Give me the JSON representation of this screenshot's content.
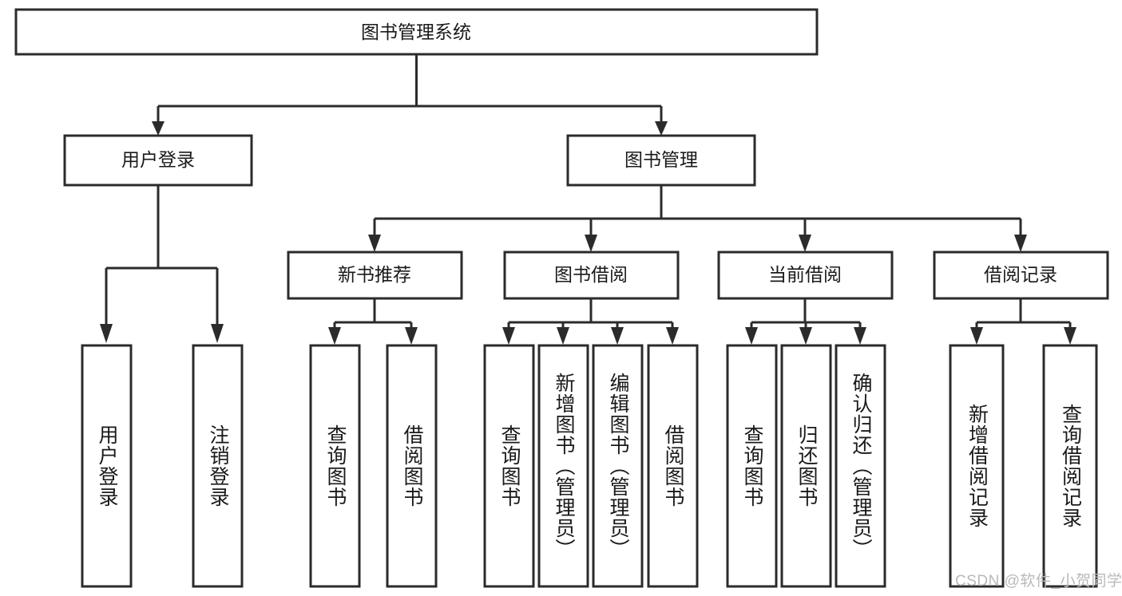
{
  "diagram": {
    "type": "hierarchy-tree",
    "title": "图书管理系统",
    "root": {
      "id": "root",
      "label": "图书管理系统"
    },
    "level2": [
      {
        "id": "user-login",
        "label": "用户登录"
      },
      {
        "id": "book-management",
        "label": "图书管理"
      }
    ],
    "level3": [
      {
        "id": "new-book-recommend",
        "label": "新书推荐",
        "parent": "book-management"
      },
      {
        "id": "book-borrow",
        "label": "图书借阅",
        "parent": "book-management"
      },
      {
        "id": "current-borrow",
        "label": "当前借阅",
        "parent": "book-management"
      },
      {
        "id": "borrow-record",
        "label": "借阅记录",
        "parent": "book-management"
      }
    ],
    "leaves": [
      {
        "id": "leaf-user-login",
        "label": "用户登录",
        "parent": "user-login"
      },
      {
        "id": "leaf-logout-login",
        "label": "注销登录",
        "parent": "user-login"
      },
      {
        "id": "leaf-query-book-1",
        "label": "查询图书",
        "parent": "new-book-recommend"
      },
      {
        "id": "leaf-borrow-book-1",
        "label": "借阅图书",
        "parent": "new-book-recommend"
      },
      {
        "id": "leaf-query-book-2",
        "label": "查询图书",
        "parent": "book-borrow"
      },
      {
        "id": "leaf-add-book",
        "label": "新增图书（管理员）",
        "parent": "book-borrow"
      },
      {
        "id": "leaf-edit-book",
        "label": "编辑图书（管理员）",
        "parent": "book-borrow"
      },
      {
        "id": "leaf-borrow-book-2",
        "label": "借阅图书",
        "parent": "book-borrow"
      },
      {
        "id": "leaf-query-book-3",
        "label": "查询图书",
        "parent": "current-borrow"
      },
      {
        "id": "leaf-return-book",
        "label": "归还图书",
        "parent": "current-borrow"
      },
      {
        "id": "leaf-confirm-return",
        "label": "确认归还（管理员）",
        "parent": "current-borrow"
      },
      {
        "id": "leaf-add-record",
        "label": "新增借阅记录",
        "parent": "borrow-record"
      },
      {
        "id": "leaf-query-record",
        "label": "查询借阅记录",
        "parent": "borrow-record"
      }
    ]
  },
  "watermark": {
    "text": "CSDN @软件_小贺同学"
  },
  "colors": {
    "stroke": "#2b2b2b",
    "fill": "#ffffff",
    "text": "#1a1a1a",
    "watermark": "#b9b9b9"
  }
}
